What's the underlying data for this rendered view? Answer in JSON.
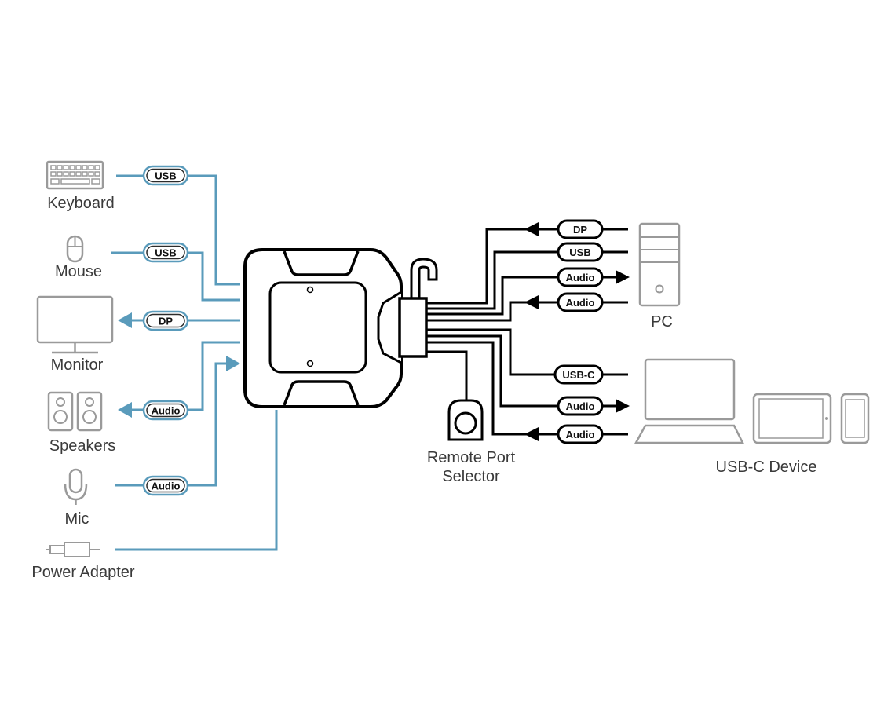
{
  "colors": {
    "peripheral_cable": "#5a9bbb",
    "host_cable": "#000000",
    "device_outline": "#9a9a9a"
  },
  "peripherals": {
    "keyboard": {
      "label": "Keyboard",
      "cable": "USB"
    },
    "mouse": {
      "label": "Mouse",
      "cable": "USB"
    },
    "monitor": {
      "label": "Monitor",
      "cable": "DP"
    },
    "speakers": {
      "label": "Speakers",
      "cable": "Audio"
    },
    "mic": {
      "label": "Mic",
      "cable": "Audio"
    },
    "power": {
      "label": "Power Adapter"
    }
  },
  "hosts": {
    "pc": {
      "label": "PC",
      "cables": [
        "DP",
        "USB",
        "Audio",
        "Audio"
      ]
    },
    "usbc": {
      "label": "USB-C Device",
      "cables": [
        "USB-C",
        "Audio",
        "Audio"
      ]
    }
  },
  "remote": {
    "label_line1": "Remote Port",
    "label_line2": "Selector"
  }
}
